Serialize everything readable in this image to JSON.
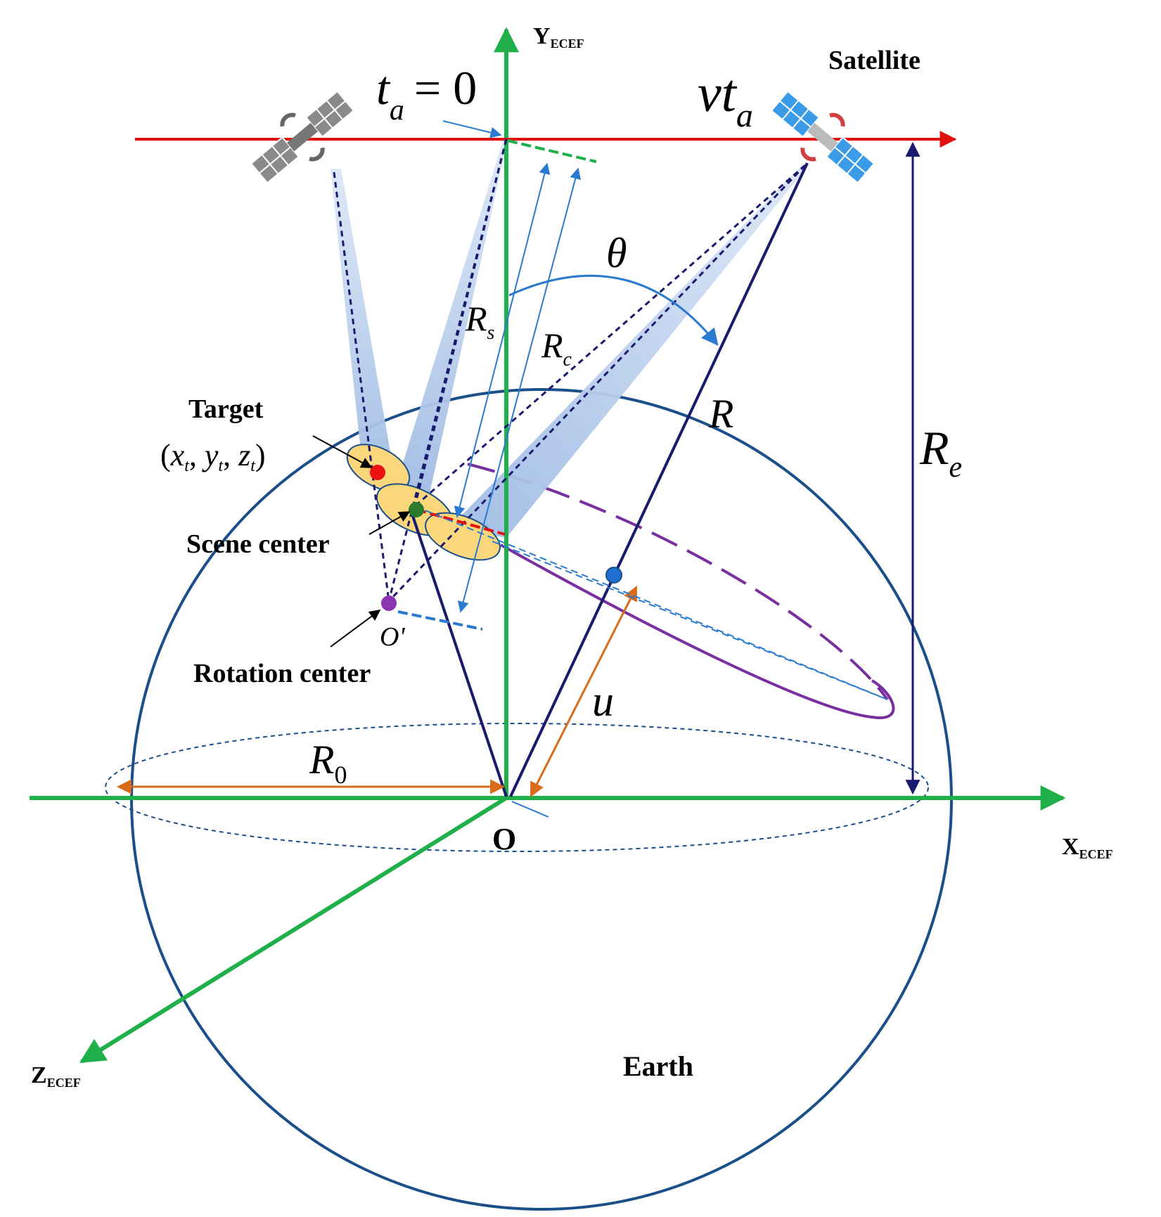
{
  "axes": {
    "y": {
      "main": "Y",
      "sub": "ECEF"
    },
    "x": {
      "main": "X",
      "sub": "ECEF"
    },
    "z": {
      "main": "Z",
      "sub": "ECEF"
    },
    "origin": "O"
  },
  "labels": {
    "satellite": "Satellite",
    "earth": "Earth",
    "target": "Target",
    "target_coords": "(x",
    "scene_center": "Scene center",
    "rotation_center": "Rotation center",
    "rotation_point": "O'"
  },
  "math": {
    "ta_main": "t",
    "ta_sub": "a",
    "ta_eq": "= 0",
    "vta_main": "vt",
    "vta_sub": "a",
    "theta": "θ",
    "rs_main": "R",
    "rs_sub": "s",
    "rc_main": "R",
    "rc_sub": "c",
    "r": "R",
    "re_main": "R",
    "re_sub": "e",
    "r0_main": "R",
    "r0_sub": "0",
    "u": "u",
    "xt": "x",
    "yt": "y",
    "zt": "z",
    "t_sub": "t"
  },
  "colors": {
    "axis_green": "#1fb04a",
    "track_red": "#e01010",
    "earth_blue": "#1a4f8a",
    "navy": "#1a1a6e",
    "beam_blue": "#a9c3e8",
    "footprint": "#f9d77a",
    "orange": "#d96b1a",
    "purple": "#7a2fa0",
    "dash_blue": "#2a7ad0",
    "target_red": "#ee1111",
    "scene_green": "#2c7a2c",
    "rot_purple": "#8a34b0",
    "point_blue": "#1f6fd1"
  }
}
